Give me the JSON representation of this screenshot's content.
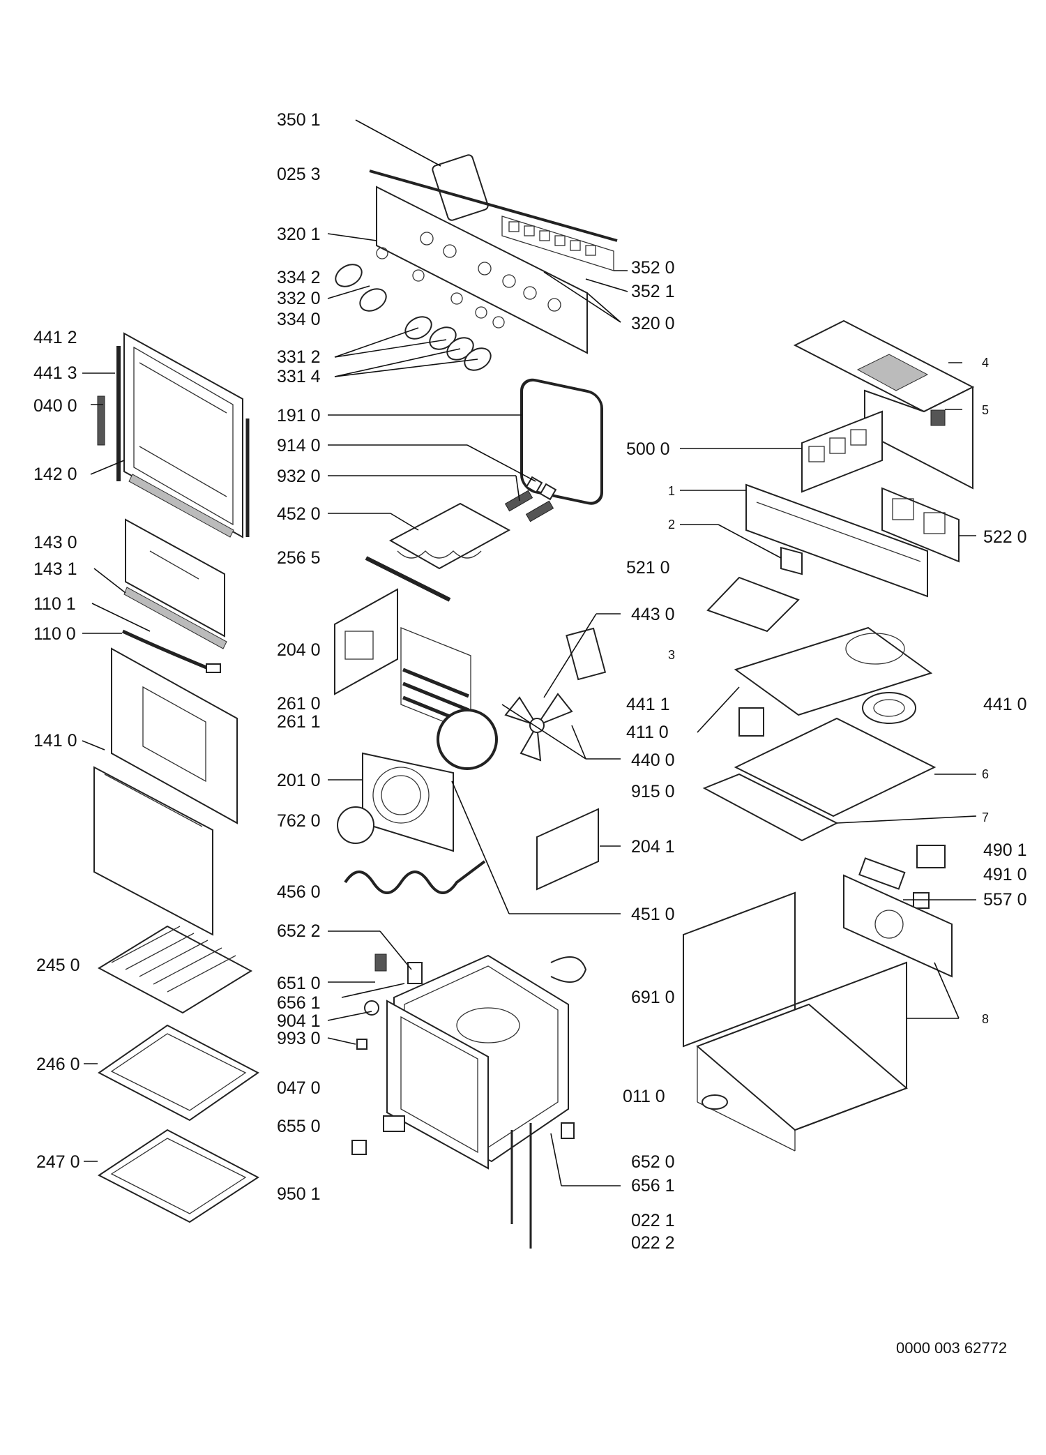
{
  "labels": {
    "p3501": "350 1",
    "p0253": "025 3",
    "p3201": "320 1",
    "p3342": "334 2",
    "p3320": "332 0",
    "p3340": "334 0",
    "p3312": "331 2",
    "p3314": "331 4",
    "p3520": "352 0",
    "p3521": "352 1",
    "p3200": "320 0",
    "p4412": "441 2",
    "p4413": "441 3",
    "p0400": "040 0",
    "p1420": "142 0",
    "p1430": "143 0",
    "p1431": "143 1",
    "p1101": "110 1",
    "p1100": "110 0",
    "p1410": "141 0",
    "p2450": "245 0",
    "p2460": "246 0",
    "p2470": "247 0",
    "p1910": "191 0",
    "p9140": "914 0",
    "p9320": "932 0",
    "p4520": "452 0",
    "p2565": "256 5",
    "p2040": "204 0",
    "p2610": "261 0",
    "p2611": "261 1",
    "p2010": "201 0",
    "p7620": "762 0",
    "p4560": "456 0",
    "p6522": "652 2",
    "p6510": "651 0",
    "p6561": "656 1",
    "p9041": "904 1",
    "p9930": "993 0",
    "p0470": "047 0",
    "p6550": "655 0",
    "p9501": "950 1",
    "p5000": "500 0",
    "p5210": "521 0",
    "p4430": "443 0",
    "p4411": "441 1",
    "p4110": "411 0",
    "p4400": "440 0",
    "p9150": "915 0",
    "p2041": "204 1",
    "p4510": "451 0",
    "p6910": "691 0",
    "p0110": "011 0",
    "p6520": "652 0",
    "p6561b": "656 1",
    "p0221": "022 1",
    "p0222": "022 2",
    "p5220": "522 0",
    "p4410": "441 0",
    "p4901": "490 1",
    "p4910": "491 0",
    "p5570": "557 0",
    "n1": "1",
    "n2": "2",
    "n3": "3",
    "n4": "4",
    "n5": "5",
    "n6": "6",
    "n7": "7",
    "n8": "8"
  },
  "document_number": "0000 003 62772"
}
